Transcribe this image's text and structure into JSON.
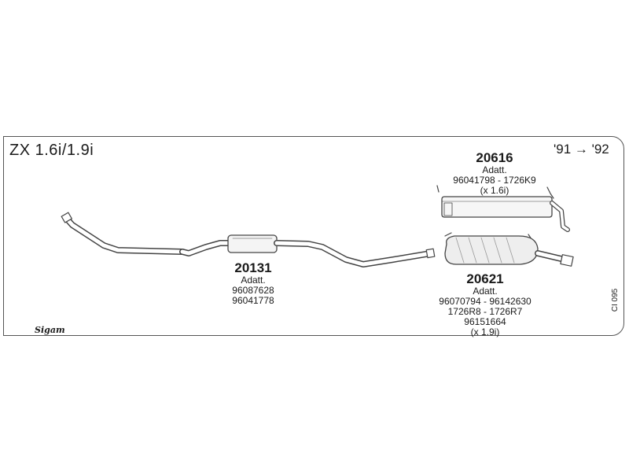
{
  "title": "ZX 1.6i/1.9i",
  "years": "'91 → '92",
  "reference_code": "CI 095",
  "logo_text": "Sigam",
  "parts": [
    {
      "number": "20616",
      "label": "Adatt.",
      "codes": [
        "96041798 - 1726K9",
        "(x 1.6i)"
      ]
    },
    {
      "number": "20131",
      "label": "Adatt.",
      "codes": [
        "96087628",
        "96041778"
      ]
    },
    {
      "number": "20621",
      "label": "Adatt.",
      "codes": [
        "96070794 - 96142630",
        "1726R8 - 1726R7",
        "96151664",
        "(x 1.9i)"
      ]
    }
  ]
}
